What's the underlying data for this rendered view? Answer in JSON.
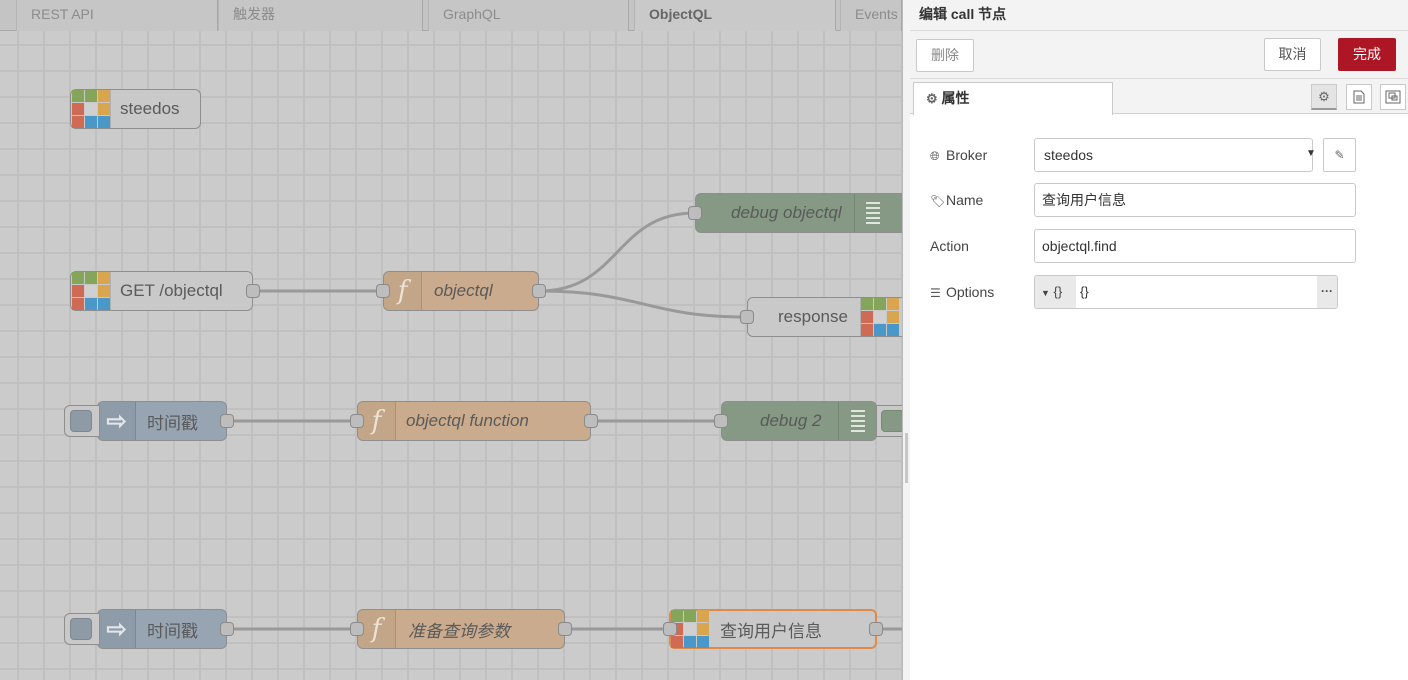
{
  "workspace": {
    "tabs": [
      {
        "label": "REST API",
        "active": false
      },
      {
        "label": "触发器",
        "active": false
      },
      {
        "label": "GraphQL",
        "active": false
      },
      {
        "label": "ObjectQL",
        "active": true
      },
      {
        "label": "Events",
        "active": false
      }
    ],
    "nodes": {
      "steedos_config": {
        "label": "steedos",
        "type": "steedos-broker"
      },
      "http_in": {
        "label": "GET /objectql",
        "type": "http-in"
      },
      "fn_objectql": {
        "label": "objectql",
        "type": "function"
      },
      "debug_objectql": {
        "label": "debug objectql",
        "type": "debug"
      },
      "response": {
        "label": "response",
        "type": "http-response"
      },
      "inject_1": {
        "label": "时间戳",
        "type": "inject"
      },
      "fn_objectql_function": {
        "label": "objectql function",
        "type": "function"
      },
      "debug_2": {
        "label": "debug 2",
        "type": "debug"
      },
      "inject_2": {
        "label": "时间戳",
        "type": "inject"
      },
      "fn_prepare": {
        "label": "准备查询参数",
        "type": "function"
      },
      "call_user": {
        "label": "查询用户信息",
        "type": "call",
        "selected": true
      }
    },
    "colors": {
      "function_node": "#caab8d",
      "debug_node": "#859985",
      "inject_node": "#97a5b2",
      "steedos_node": "#c9c9c9",
      "selected_outline": "#e08a4a",
      "logo": [
        "#84a55a",
        "#84a55a",
        "#d9a54f",
        "#cf6a55",
        "#d0d0d0",
        "#d9a54f",
        "#cf6a55",
        "#4a98c9",
        "#4a98c9"
      ]
    }
  },
  "tray": {
    "title": "编辑 call 节点",
    "buttons": {
      "delete": "删除",
      "cancel": "取消",
      "done": "完成"
    },
    "tab": {
      "label": "属性",
      "icon": "gear-icon"
    },
    "side_icons": [
      "gear-icon",
      "document-icon",
      "frame-icon"
    ],
    "fields": {
      "broker": {
        "label": "Broker",
        "icon": "globe-icon",
        "value": "steedos",
        "options": [
          "steedos"
        ]
      },
      "name": {
        "label": "Name",
        "icon": "tag-icon",
        "value": "查询用户信息"
      },
      "action": {
        "label": "Action",
        "value": "objectql.find"
      },
      "options": {
        "label": "Options",
        "icon": "list-icon",
        "type_label": "{}",
        "value": "{}"
      }
    },
    "colors": {
      "primary": "#ad1625"
    }
  }
}
